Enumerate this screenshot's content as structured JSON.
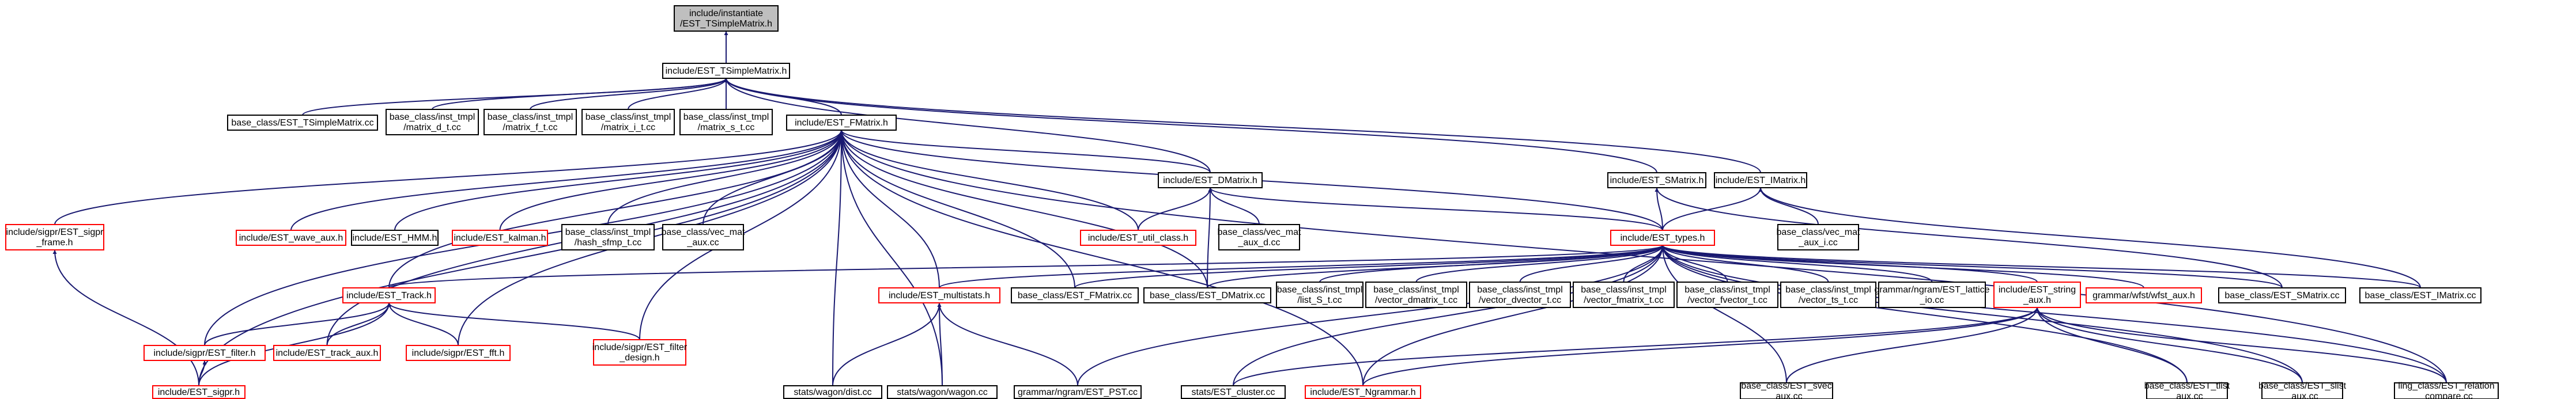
{
  "nodes": [
    {
      "id": "n_root",
      "lines": [
        "include/instantiate",
        "/EST_TSimpleMatrix.h"
      ],
      "style": "root"
    },
    {
      "id": "n_tsm",
      "lines": [
        "include/EST_TSimpleMatrix.h"
      ],
      "style": "black"
    },
    {
      "id": "n_tsm_cc",
      "lines": [
        "base_class/EST_TSimpleMatrix.cc"
      ],
      "style": "black"
    },
    {
      "id": "n_md",
      "lines": [
        "base_class/inst_tmpl",
        "/matrix_d_t.cc"
      ],
      "style": "black"
    },
    {
      "id": "n_mf",
      "lines": [
        "base_class/inst_tmpl",
        "/matrix_f_t.cc"
      ],
      "style": "black"
    },
    {
      "id": "n_mi",
      "lines": [
        "base_class/inst_tmpl",
        "/matrix_i_t.cc"
      ],
      "style": "black"
    },
    {
      "id": "n_ms",
      "lines": [
        "base_class/inst_tmpl",
        "/matrix_s_t.cc"
      ],
      "style": "black"
    },
    {
      "id": "n_fmatrix",
      "lines": [
        "include/EST_FMatrix.h"
      ],
      "style": "black"
    },
    {
      "id": "n_smatrix",
      "lines": [
        "include/EST_SMatrix.h"
      ],
      "style": "black"
    },
    {
      "id": "n_imatrix",
      "lines": [
        "include/EST_IMatrix.h"
      ],
      "style": "black"
    },
    {
      "id": "n_sigpr_frame",
      "lines": [
        "include/sigpr/EST_sigpr",
        "_frame.h"
      ],
      "style": "red"
    },
    {
      "id": "n_wave_aux",
      "lines": [
        "include/EST_wave_aux.h"
      ],
      "style": "red"
    },
    {
      "id": "n_hmm",
      "lines": [
        "include/EST_HMM.h"
      ],
      "style": "black"
    },
    {
      "id": "n_kalman",
      "lines": [
        "include/EST_kalman.h"
      ],
      "style": "red"
    },
    {
      "id": "n_hash_sfmp",
      "lines": [
        "base_class/inst_tmpl",
        "/hash_sfmp_t.cc"
      ],
      "style": "black"
    },
    {
      "id": "n_vec_mat_aux",
      "lines": [
        "base_class/vec_mat",
        "_aux.cc"
      ],
      "style": "black"
    },
    {
      "id": "n_dmatrix",
      "lines": [
        "include/EST_DMatrix.h"
      ],
      "style": "black"
    },
    {
      "id": "n_util_class",
      "lines": [
        "include/EST_util_class.h"
      ],
      "style": "red"
    },
    {
      "id": "n_vec_mat_d",
      "lines": [
        "base_class/vec_mat",
        "_aux_d.cc"
      ],
      "style": "black"
    },
    {
      "id": "n_vec_mat_i",
      "lines": [
        "base_class/vec_mat",
        "_aux_i.cc"
      ],
      "style": "black"
    },
    {
      "id": "n_types",
      "lines": [
        "include/EST_types.h"
      ],
      "style": "red"
    },
    {
      "id": "n_track",
      "lines": [
        "include/EST_Track.h"
      ],
      "style": "red"
    },
    {
      "id": "n_multistats",
      "lines": [
        "include/EST_multistats.h"
      ],
      "style": "red"
    },
    {
      "id": "n_fmatrix_cc",
      "lines": [
        "base_class/EST_FMatrix.cc"
      ],
      "style": "black"
    },
    {
      "id": "n_dmatrix_cc",
      "lines": [
        "base_class/EST_DMatrix.cc"
      ],
      "style": "black"
    },
    {
      "id": "n_list_s",
      "lines": [
        "base_class/inst_tmpl",
        "/list_S_t.cc"
      ],
      "style": "black"
    },
    {
      "id": "n_vec_dmatrix",
      "lines": [
        "base_class/inst_tmpl",
        "/vector_dmatrix_t.cc"
      ],
      "style": "black"
    },
    {
      "id": "n_vec_dvector",
      "lines": [
        "base_class/inst_tmpl",
        "/vector_dvector_t.cc"
      ],
      "style": "black"
    },
    {
      "id": "n_vec_fmatrix",
      "lines": [
        "base_class/inst_tmpl",
        "/vector_fmatrix_t.cc"
      ],
      "style": "black"
    },
    {
      "id": "n_vec_fvector",
      "lines": [
        "base_class/inst_tmpl",
        "/vector_fvector_t.cc"
      ],
      "style": "black"
    },
    {
      "id": "n_vec_ts",
      "lines": [
        "base_class/inst_tmpl",
        "/vector_ts_t.cc"
      ],
      "style": "black"
    },
    {
      "id": "n_lattice",
      "lines": [
        "grammar/ngram/EST_lattice",
        "_io.cc"
      ],
      "style": "black"
    },
    {
      "id": "n_string_aux",
      "lines": [
        "include/EST_string",
        "_aux.h"
      ],
      "style": "red"
    },
    {
      "id": "n_wfst_aux",
      "lines": [
        "grammar/wfst/wfst_aux.h"
      ],
      "style": "red"
    },
    {
      "id": "n_smatrix_cc",
      "lines": [
        "base_class/EST_SMatrix.cc"
      ],
      "style": "black"
    },
    {
      "id": "n_imatrix_cc",
      "lines": [
        "base_class/EST_IMatrix.cc"
      ],
      "style": "black"
    },
    {
      "id": "n_sigpr_filter",
      "lines": [
        "include/sigpr/EST_filter.h"
      ],
      "style": "red"
    },
    {
      "id": "n_track_aux",
      "lines": [
        "include/EST_track_aux.h"
      ],
      "style": "red"
    },
    {
      "id": "n_sigpr_fft",
      "lines": [
        "include/sigpr/EST_fft.h"
      ],
      "style": "red"
    },
    {
      "id": "n_filter_design",
      "lines": [
        "include/sigpr/EST_filter",
        "_design.h"
      ],
      "style": "red"
    },
    {
      "id": "n_sigpr",
      "lines": [
        "include/EST_sigpr.h"
      ],
      "style": "red"
    },
    {
      "id": "n_dist",
      "lines": [
        "stats/wagon/dist.cc"
      ],
      "style": "black"
    },
    {
      "id": "n_wagon",
      "lines": [
        "stats/wagon/wagon.cc"
      ],
      "style": "black"
    },
    {
      "id": "n_pst",
      "lines": [
        "grammar/ngram/EST_PST.cc"
      ],
      "style": "black"
    },
    {
      "id": "n_cluster",
      "lines": [
        "stats/EST_cluster.cc"
      ],
      "style": "black"
    },
    {
      "id": "n_ngrammar",
      "lines": [
        "include/EST_Ngrammar.h"
      ],
      "style": "red"
    },
    {
      "id": "n_svec_aux",
      "lines": [
        "base_class/EST_svec",
        "_aux.cc"
      ],
      "style": "black"
    },
    {
      "id": "n_tlist_aux",
      "lines": [
        "base_class/EST_tlist",
        "_aux.cc"
      ],
      "style": "black"
    },
    {
      "id": "n_slist_aux",
      "lines": [
        "base_class/EST_slist",
        "_aux.cc"
      ],
      "style": "black"
    },
    {
      "id": "n_relation_compare",
      "lines": [
        "ling_class/EST_relation",
        "_compare.cc"
      ],
      "style": "black"
    }
  ],
  "edges": [
    [
      "n_tsm",
      "n_root"
    ],
    [
      "n_tsm_cc",
      "n_tsm"
    ],
    [
      "n_md",
      "n_tsm"
    ],
    [
      "n_mf",
      "n_tsm"
    ],
    [
      "n_mi",
      "n_tsm"
    ],
    [
      "n_ms",
      "n_tsm"
    ],
    [
      "n_fmatrix",
      "n_tsm"
    ],
    [
      "n_dmatrix",
      "n_tsm"
    ],
    [
      "n_smatrix",
      "n_tsm"
    ],
    [
      "n_imatrix",
      "n_tsm"
    ],
    [
      "n_sigpr_frame",
      "n_fmatrix"
    ],
    [
      "n_wave_aux",
      "n_fmatrix"
    ],
    [
      "n_hmm",
      "n_fmatrix"
    ],
    [
      "n_kalman",
      "n_fmatrix"
    ],
    [
      "n_hash_sfmp",
      "n_fmatrix"
    ],
    [
      "n_vec_mat_aux",
      "n_fmatrix"
    ],
    [
      "n_dmatrix",
      "n_fmatrix"
    ],
    [
      "n_util_class",
      "n_fmatrix"
    ],
    [
      "n_types",
      "n_fmatrix"
    ],
    [
      "n_track",
      "n_fmatrix"
    ],
    [
      "n_multistats",
      "n_fmatrix"
    ],
    [
      "n_fmatrix_cc",
      "n_fmatrix"
    ],
    [
      "n_dmatrix_cc",
      "n_fmatrix"
    ],
    [
      "n_sigpr_filter",
      "n_fmatrix"
    ],
    [
      "n_track_aux",
      "n_fmatrix"
    ],
    [
      "n_sigpr_fft",
      "n_fmatrix"
    ],
    [
      "n_filter_design",
      "n_fmatrix"
    ],
    [
      "n_sigpr",
      "n_fmatrix"
    ],
    [
      "n_dist",
      "n_fmatrix"
    ],
    [
      "n_wagon",
      "n_fmatrix"
    ],
    [
      "n_ngrammar",
      "n_fmatrix"
    ],
    [
      "n_relation_compare",
      "n_fmatrix"
    ],
    [
      "n_util_class",
      "n_dmatrix"
    ],
    [
      "n_vec_mat_d",
      "n_dmatrix"
    ],
    [
      "n_types",
      "n_dmatrix"
    ],
    [
      "n_dmatrix_cc",
      "n_dmatrix"
    ],
    [
      "n_types",
      "n_smatrix"
    ],
    [
      "n_smatrix_cc",
      "n_smatrix"
    ],
    [
      "n_types",
      "n_imatrix"
    ],
    [
      "n_vec_mat_i",
      "n_imatrix"
    ],
    [
      "n_imatrix_cc",
      "n_imatrix"
    ],
    [
      "n_track",
      "n_types"
    ],
    [
      "n_multistats",
      "n_types"
    ],
    [
      "n_fmatrix_cc",
      "n_types"
    ],
    [
      "n_dmatrix_cc",
      "n_types"
    ],
    [
      "n_list_s",
      "n_types"
    ],
    [
      "n_vec_dmatrix",
      "n_types"
    ],
    [
      "n_vec_dvector",
      "n_types"
    ],
    [
      "n_vec_fmatrix",
      "n_types"
    ],
    [
      "n_vec_fvector",
      "n_types"
    ],
    [
      "n_vec_ts",
      "n_types"
    ],
    [
      "n_lattice",
      "n_types"
    ],
    [
      "n_string_aux",
      "n_types"
    ],
    [
      "n_wfst_aux",
      "n_types"
    ],
    [
      "n_smatrix_cc",
      "n_types"
    ],
    [
      "n_imatrix_cc",
      "n_types"
    ],
    [
      "n_pst",
      "n_types"
    ],
    [
      "n_cluster",
      "n_types"
    ],
    [
      "n_ngrammar",
      "n_types"
    ],
    [
      "n_svec_aux",
      "n_types"
    ],
    [
      "n_tlist_aux",
      "n_types"
    ],
    [
      "n_slist_aux",
      "n_types"
    ],
    [
      "n_relation_compare",
      "n_types"
    ],
    [
      "n_sigpr_filter",
      "n_track"
    ],
    [
      "n_track_aux",
      "n_track"
    ],
    [
      "n_sigpr_fft",
      "n_track"
    ],
    [
      "n_filter_design",
      "n_track"
    ],
    [
      "n_sigpr",
      "n_track"
    ],
    [
      "n_sigpr",
      "n_sigpr_filter"
    ],
    [
      "n_sigpr",
      "n_sigpr_frame"
    ],
    [
      "n_dist",
      "n_multistats"
    ],
    [
      "n_wagon",
      "n_multistats"
    ],
    [
      "n_pst",
      "n_multistats"
    ],
    [
      "n_ngrammar",
      "n_string_aux"
    ],
    [
      "n_svec_aux",
      "n_string_aux"
    ],
    [
      "n_tlist_aux",
      "n_string_aux"
    ],
    [
      "n_slist_aux",
      "n_string_aux"
    ],
    [
      "n_relation_compare",
      "n_string_aux"
    ],
    [
      "n_cluster",
      "n_string_aux"
    ]
  ]
}
